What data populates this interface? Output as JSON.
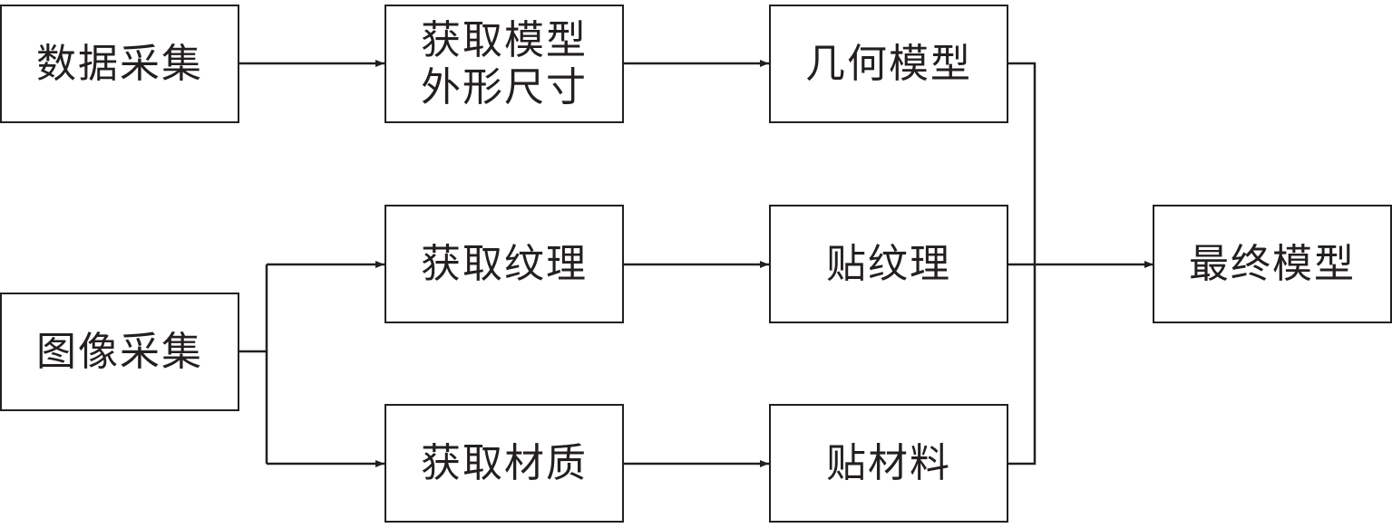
{
  "nodes": {
    "data_collection": "数据采集",
    "get_shape_line1": "获取模型",
    "get_shape_line2": "外形尺寸",
    "geometric_model": "几何模型",
    "image_collection": "图像采集",
    "get_texture": "获取纹理",
    "apply_texture": "贴纹理",
    "get_material": "获取材质",
    "apply_material": "贴材料",
    "final_model": "最终模型"
  },
  "colors": {
    "stroke": "#231f20",
    "background": "#ffffff"
  }
}
